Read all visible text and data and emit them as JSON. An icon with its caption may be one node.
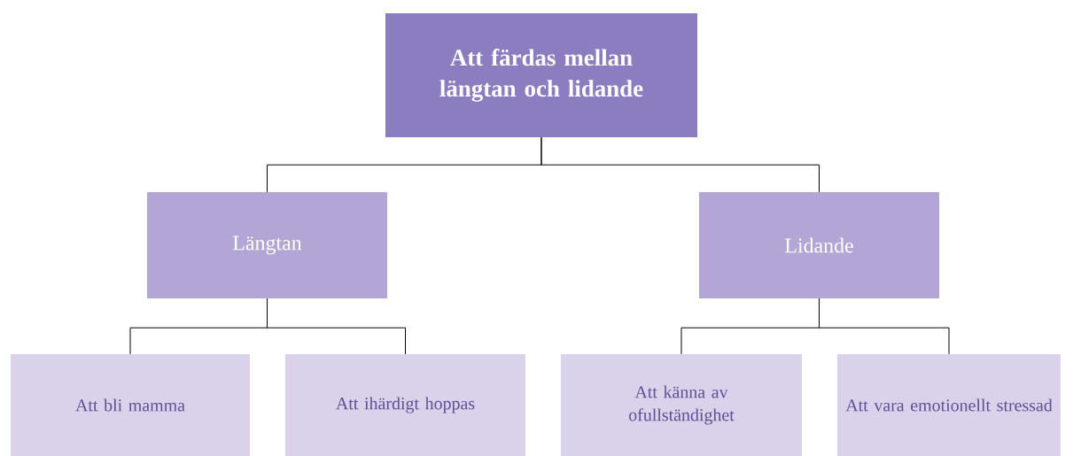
{
  "diagram": {
    "nodes": [
      {
        "text": [
          "Att färdas mellan längtan och lidande"
        ]
      },
      {
        "text": [
          "Längtan"
        ]
      },
      {
        "text": [
          "Lidande"
        ]
      },
      {
        "text": [
          "Att bli mamma"
        ]
      },
      {
        "text": [
          "Att ihärdigt hoppas"
        ]
      },
      {
        "text": [
          "Att känna av ofullständighet"
        ]
      },
      {
        "text": [
          "Att vara emotionellt stressad"
        ]
      }
    ],
    "edges": [
      {
        "from": 0,
        "to": 1,
        "arrow": "none"
      },
      {
        "from": 0,
        "to": 2,
        "arrow": "none"
      },
      {
        "from": 1,
        "to": 3,
        "arrow": "none"
      },
      {
        "from": 1,
        "to": 4,
        "arrow": "none"
      },
      {
        "from": 2,
        "to": 5,
        "arrow": "none"
      },
      {
        "from": 2,
        "to": 6,
        "arrow": "none"
      }
    ]
  }
}
